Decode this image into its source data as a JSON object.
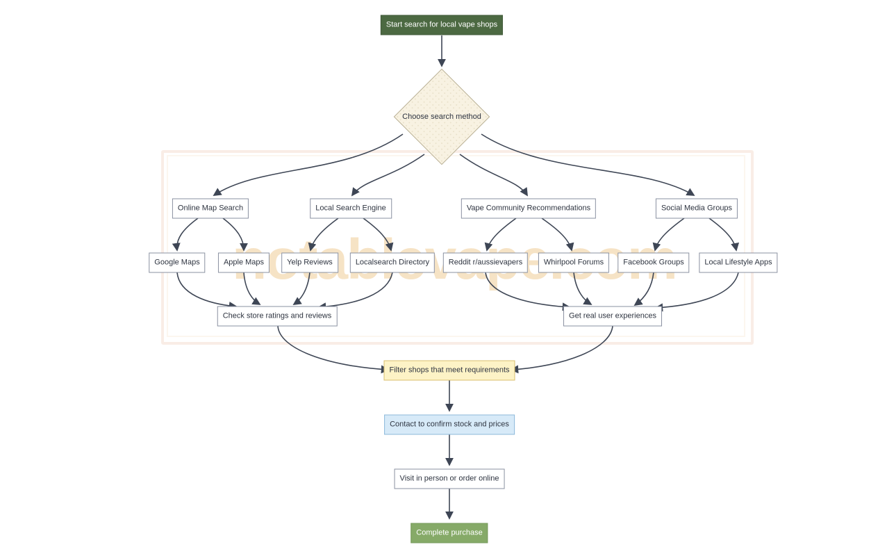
{
  "watermark": {
    "text": "notablevape.com",
    "color": "#f2d2a2"
  },
  "colors": {
    "start_node_bg": "#4c6942",
    "end_node_bg": "#86aa68",
    "decision_bg": "#f8f2e2",
    "filter_bg": "#fdf3c6",
    "contact_bg": "#d7eaf8",
    "edge": "#3e4655",
    "default_node_bg": "#ffffff",
    "default_node_border": "#8a90a0"
  },
  "diagram": {
    "type": "flowchart",
    "direction": "top-down",
    "nodes": {
      "start": {
        "label": "Start search for local vape shops",
        "kind": "start"
      },
      "decision": {
        "label": "Choose search method",
        "kind": "decision"
      },
      "b1": {
        "label": "Online Map Search",
        "kind": "process"
      },
      "b2": {
        "label": "Local Search Engine",
        "kind": "process"
      },
      "b3": {
        "label": "Vape Community Recommendations",
        "kind": "process"
      },
      "b4": {
        "label": "Social Media Groups",
        "kind": "process"
      },
      "l1": {
        "label": "Google Maps",
        "kind": "process"
      },
      "l2": {
        "label": "Apple Maps",
        "kind": "process"
      },
      "l3": {
        "label": "Yelp Reviews",
        "kind": "process"
      },
      "l4": {
        "label": "Localsearch Directory",
        "kind": "process"
      },
      "l5": {
        "label": "Reddit r/aussievapers",
        "kind": "process"
      },
      "l6": {
        "label": "Whirlpool Forums",
        "kind": "process"
      },
      "l7": {
        "label": "Facebook Groups",
        "kind": "process"
      },
      "l8": {
        "label": "Local Lifestyle Apps",
        "kind": "process"
      },
      "a1": {
        "label": "Check store ratings and reviews",
        "kind": "process"
      },
      "a2": {
        "label": "Get real user experiences",
        "kind": "process"
      },
      "filter": {
        "label": "Filter shops that meet requirements",
        "kind": "filter"
      },
      "contact": {
        "label": "Contact to confirm stock and prices",
        "kind": "contact"
      },
      "visit": {
        "label": "Visit in person or order online",
        "kind": "process"
      },
      "complete": {
        "label": "Complete purchase",
        "kind": "end"
      }
    },
    "edges": [
      {
        "from": "start",
        "to": "decision"
      },
      {
        "from": "decision",
        "to": "b1"
      },
      {
        "from": "decision",
        "to": "b2"
      },
      {
        "from": "decision",
        "to": "b3"
      },
      {
        "from": "decision",
        "to": "b4"
      },
      {
        "from": "b1",
        "to": "l1"
      },
      {
        "from": "b1",
        "to": "l2"
      },
      {
        "from": "b2",
        "to": "l3"
      },
      {
        "from": "b2",
        "to": "l4"
      },
      {
        "from": "b3",
        "to": "l5"
      },
      {
        "from": "b3",
        "to": "l6"
      },
      {
        "from": "b4",
        "to": "l7"
      },
      {
        "from": "b4",
        "to": "l8"
      },
      {
        "from": "l1",
        "to": "a1"
      },
      {
        "from": "l2",
        "to": "a1"
      },
      {
        "from": "l3",
        "to": "a1"
      },
      {
        "from": "l4",
        "to": "a1"
      },
      {
        "from": "l5",
        "to": "a2"
      },
      {
        "from": "l6",
        "to": "a2"
      },
      {
        "from": "l7",
        "to": "a2"
      },
      {
        "from": "l8",
        "to": "a2"
      },
      {
        "from": "a1",
        "to": "filter"
      },
      {
        "from": "a2",
        "to": "filter"
      },
      {
        "from": "filter",
        "to": "contact"
      },
      {
        "from": "contact",
        "to": "visit"
      },
      {
        "from": "visit",
        "to": "complete"
      }
    ]
  }
}
